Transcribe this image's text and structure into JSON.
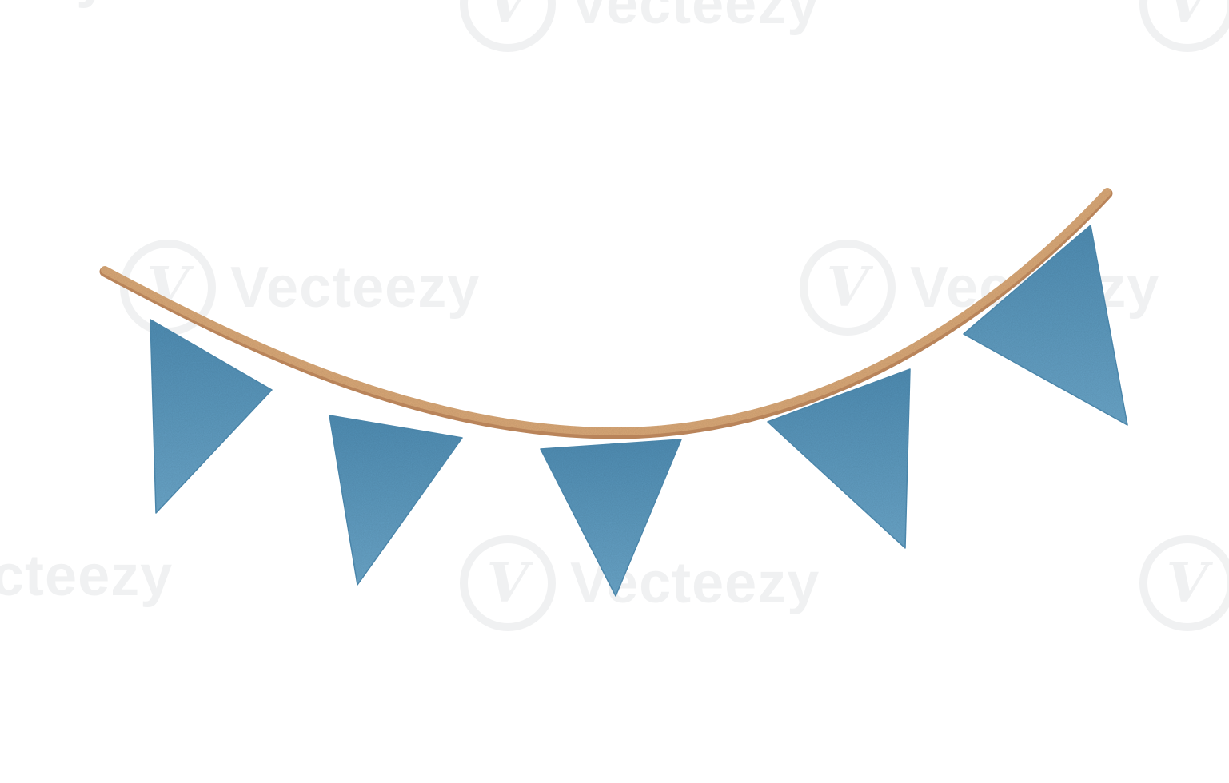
{
  "watermark": {
    "text": "Vecteezy",
    "partial_text": "cteezy",
    "logo_glyph": "V"
  },
  "illustration": {
    "subject": "bunting garland",
    "pennant_count": 5,
    "string_color": "#d9a877",
    "string_shadow": "#b9845a",
    "pennant_color": "#6aa5c8",
    "pennant_shadow": "#4f8db3"
  }
}
